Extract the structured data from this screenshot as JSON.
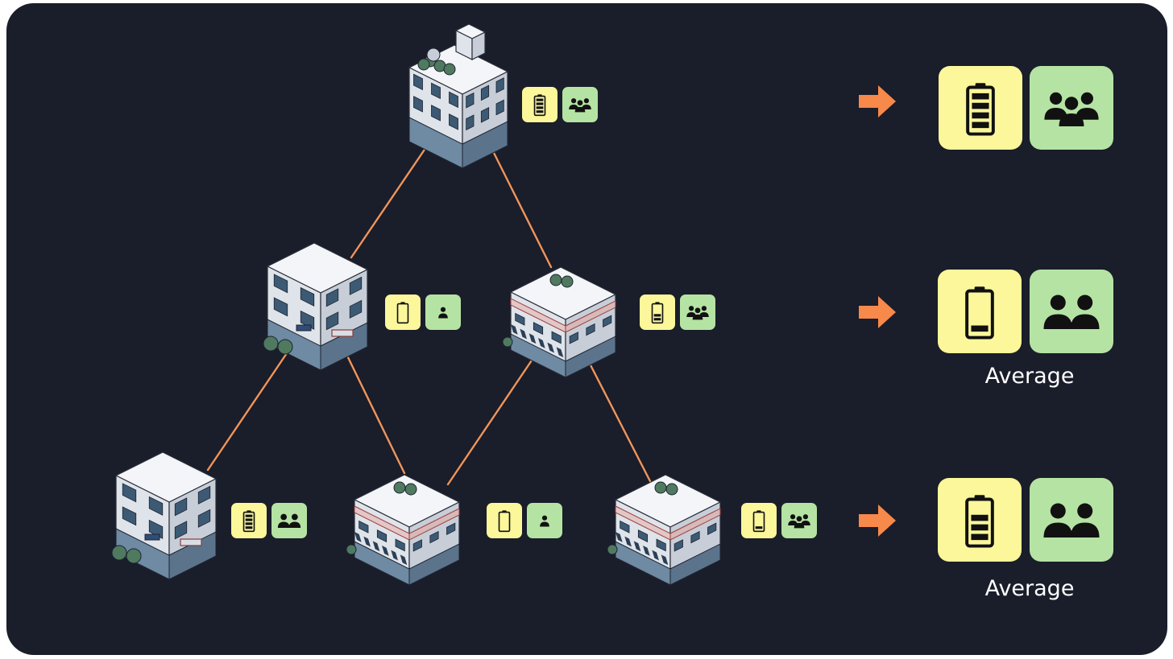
{
  "colors": {
    "background": "#1a1d2a",
    "edge": "#f0955a",
    "arrow": "#f7894a",
    "battery_badge": "#fbf79a",
    "people_badge": "#b5e3a4",
    "icon": "#111111",
    "label_text": "#ffffff"
  },
  "tree": {
    "nodes": [
      {
        "id": "root",
        "level": 1,
        "building": "tall-building-icon",
        "battery": "full",
        "people": "group-of-three"
      },
      {
        "id": "mid-left",
        "level": 2,
        "building": "office-building-icon",
        "battery": "empty",
        "people": "single-person"
      },
      {
        "id": "mid-right",
        "level": 2,
        "building": "corner-shop-icon",
        "battery": "half",
        "people": "group-of-three"
      },
      {
        "id": "bottom-left",
        "level": 3,
        "building": "office-building-icon",
        "battery": "full",
        "people": "pair"
      },
      {
        "id": "bottom-center",
        "level": 3,
        "building": "corner-shop-icon",
        "battery": "empty",
        "people": "single-person"
      },
      {
        "id": "bottom-right",
        "level": 3,
        "building": "corner-shop-icon",
        "battery": "low",
        "people": "group-of-three"
      }
    ],
    "edges": [
      [
        "root",
        "mid-left"
      ],
      [
        "root",
        "mid-right"
      ],
      [
        "mid-left",
        "bottom-left"
      ],
      [
        "mid-left",
        "bottom-center"
      ],
      [
        "mid-right",
        "bottom-center"
      ],
      [
        "mid-right",
        "bottom-right"
      ]
    ]
  },
  "results": [
    {
      "level": 1,
      "battery": "full",
      "people": "group-of-three",
      "label": ""
    },
    {
      "level": 2,
      "battery": "low",
      "people": "pair",
      "label": "Average"
    },
    {
      "level": 3,
      "battery": "high",
      "people": "pair",
      "label": "Average"
    }
  ]
}
